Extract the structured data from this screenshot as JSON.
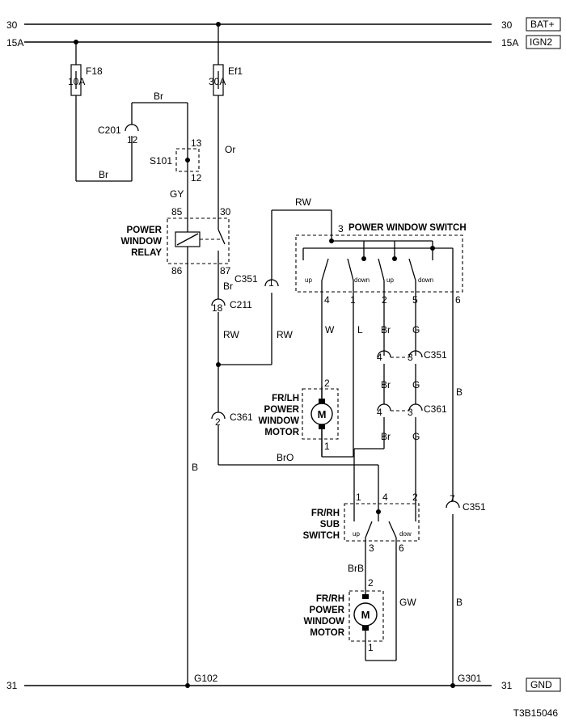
{
  "rails": {
    "r30_left": "30",
    "r15a_left": "15A",
    "r31_left": "31",
    "r30_right": "30",
    "r15a_right": "15A",
    "r31_right": "31",
    "bat_box": "BAT+",
    "ign_box": "IGN2",
    "gnd_box": "GND"
  },
  "fuses": {
    "f18_name": "F18",
    "f18_rating": "10A",
    "ef1_name": "Ef1",
    "ef1_rating": "30A"
  },
  "connectors": {
    "c201": "C201",
    "s101": "S101",
    "c211": "C211",
    "c351": "C351",
    "c361": "C361"
  },
  "pins": {
    "c201_12": "12",
    "s101_13": "13",
    "s101_12": "12",
    "relay_85": "85",
    "relay_86": "86",
    "relay_30": "30",
    "relay_87": "87",
    "c211_18": "18",
    "c351_1": "1",
    "c361_2": "2",
    "pws_3": "3",
    "pws_4": "4",
    "pws_1": "1",
    "pws_2": "2",
    "pws_5": "5",
    "pws_6": "6",
    "c351_4": "4",
    "c351_3": "3",
    "c361_4": "4",
    "c361_3": "3",
    "motor_2": "2",
    "motor_1": "1",
    "sub_1": "1",
    "sub_4": "4",
    "sub_2": "2",
    "sub_3": "3",
    "sub_6": "6",
    "c351_7": "7"
  },
  "wires": {
    "br": "Br",
    "gy": "GY",
    "or": "Or",
    "rw": "RW",
    "bro": "BrO",
    "w": "W",
    "l": "L",
    "g": "G",
    "b": "B",
    "brb": "BrB",
    "gw": "GW"
  },
  "switches": {
    "up": "up",
    "down": "down",
    "dow": "dow"
  },
  "components": {
    "relay_l1": "POWER",
    "relay_l2": "WINDOW",
    "relay_l3": "RELAY",
    "pws": "POWER WINDOW SWITCH",
    "frlh_l1": "FR/LH",
    "frlh_l2": "POWER",
    "frlh_l3": "WINDOW",
    "frlh_l4": "MOTOR",
    "sub_l1": "FR/RH",
    "sub_l2": "SUB",
    "sub_l3": "SWITCH",
    "frrh_l1": "FR/RH",
    "frrh_l2": "POWER",
    "frrh_l3": "WINDOW",
    "frrh_l4": "MOTOR",
    "motor_symbol": "M"
  },
  "grounds": {
    "g102": "G102",
    "g301": "G301"
  },
  "figure_code": "T3B15046"
}
